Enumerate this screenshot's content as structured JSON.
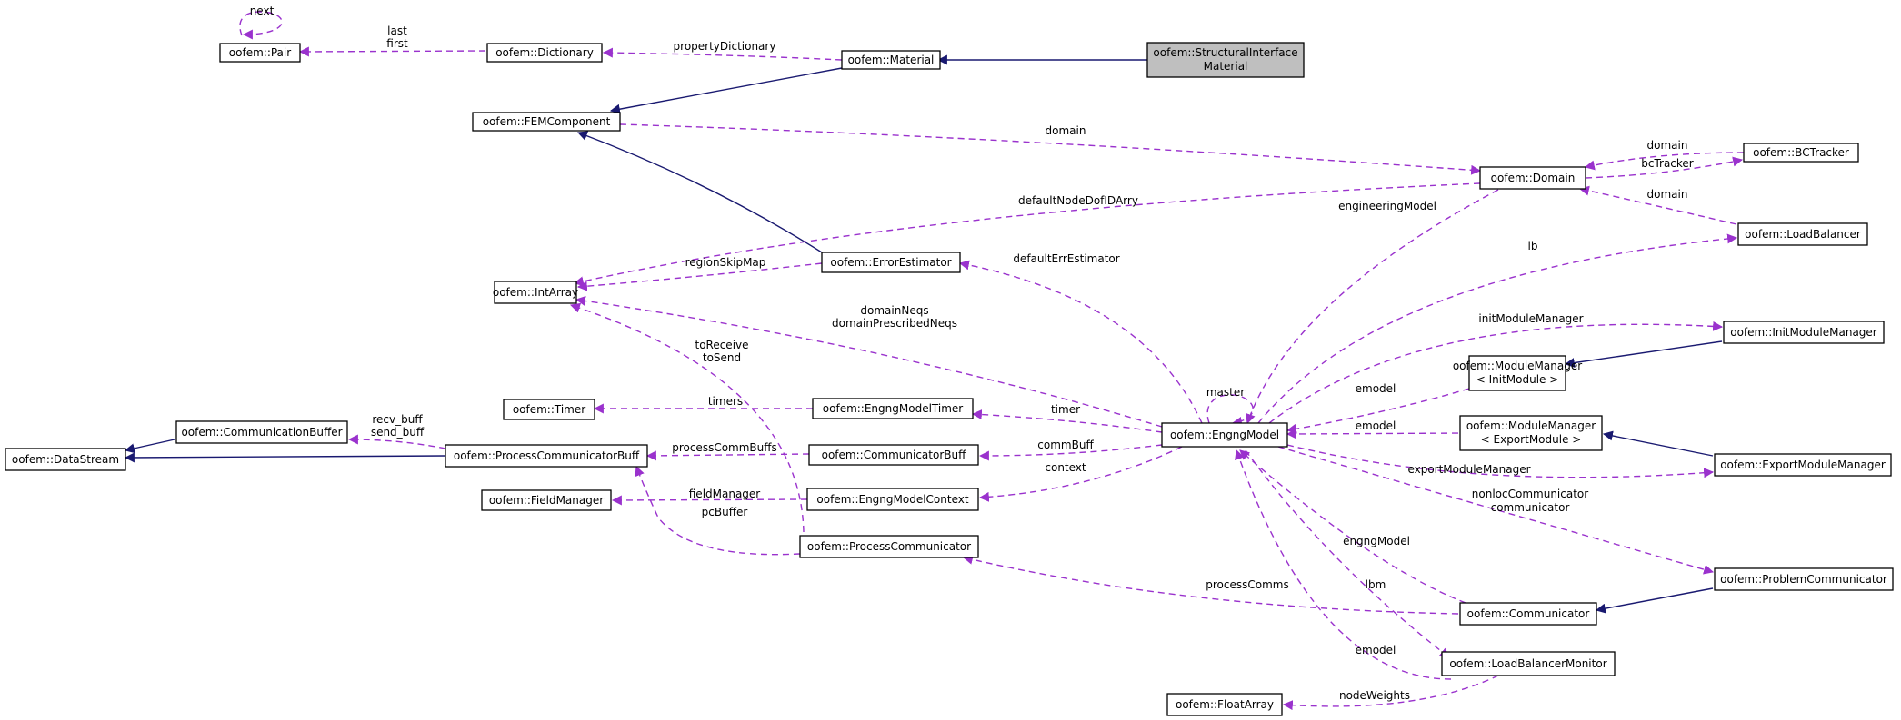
{
  "nodes": {
    "pair": "oofem::Pair",
    "dictionary": "oofem::Dictionary",
    "material": "oofem::Material",
    "structural_1": "oofem::StructuralInterface",
    "structural_2": "Material",
    "femcomponent": "oofem::FEMComponent",
    "domain": "oofem::Domain",
    "bctracker": "oofem::BCTracker",
    "loadbalancer": "oofem::LoadBalancer",
    "errorestimator": "oofem::ErrorEstimator",
    "intarray": "oofem::IntArray",
    "initmodulemanager": "oofem::InitModuleManager",
    "mm_init_1": "oofem::ModuleManager",
    "mm_init_2": "< InitModule >",
    "mm_export_1": "oofem::ModuleManager",
    "mm_export_2": "< ExportModule >",
    "exportmodulemanager": "oofem::ExportModuleManager",
    "timer": "oofem::Timer",
    "engngmodeltimer": "oofem::EngngModelTimer",
    "engngmodel": "oofem::EngngModel",
    "communicationbuffer": "oofem::CommunicationBuffer",
    "datastream": "oofem::DataStream",
    "processcommunicatorbuff": "oofem::ProcessCommunicatorBuff",
    "communicatorbuff": "oofem::CommunicatorBuff",
    "fieldmanager": "oofem::FieldManager",
    "engngmodelcontext": "oofem::EngngModelContext",
    "processcommunicator": "oofem::ProcessCommunicator",
    "problemcommunicator": "oofem::ProblemCommunicator",
    "communicator": "oofem::Communicator",
    "loadbalancermonitor": "oofem::LoadBalancerMonitor",
    "floatarray": "oofem::FloatArray"
  },
  "edge_labels": {
    "next": "next",
    "last": "last",
    "first": "first",
    "propertyDictionary": "propertyDictionary",
    "domain_fem": "domain",
    "domain_bc": "domain",
    "bcTracker": "bcTracker",
    "domain_lb": "domain",
    "defaultNodeDofIDArry": "defaultNodeDofIDArry",
    "engineeringModel": "engineeringModel",
    "lb": "lb",
    "regionSkipMap": "regionSkipMap",
    "defaultErrEstimator": "defaultErrEstimator",
    "domainNeqs": "domainNeqs",
    "domainPrescribedNeqs": "domainPrescribedNeqs",
    "initModuleManager": "initModuleManager",
    "toReceive": "toReceive",
    "toSend": "toSend",
    "master": "master",
    "emodel_init": "emodel",
    "emodel_export": "emodel",
    "timers": "timers",
    "timer": "timer",
    "recv_buff": "recv_buff",
    "send_buff": "send_buff",
    "processCommBuffs": "processCommBuffs",
    "commBuff": "commBuff",
    "context": "context",
    "exportModuleManager": "exportModuleManager",
    "fieldManager": "fieldManager",
    "pcBuffer": "pcBuffer",
    "nonlocCommunicator": "nonlocCommunicator",
    "communicator": "communicator",
    "engngModel": "engngModel",
    "processComms": "processComms",
    "lbm": "lbm",
    "emodel_lbm": "emodel",
    "nodeWeights": "nodeWeights"
  },
  "colors": {
    "inheritance": "#191970",
    "usage": "#9a32cd",
    "highlight_fill": "#bfbfbf",
    "node_border": "#000000"
  }
}
